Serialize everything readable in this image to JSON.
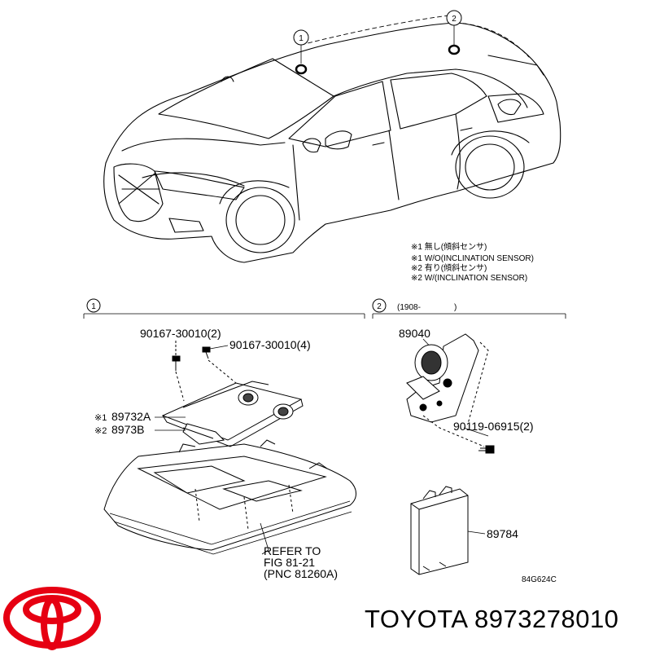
{
  "callouts": {
    "one": "1",
    "two": "2"
  },
  "notes": [
    "※1 無し(傾斜センサ)",
    "※1 W/O(INCLINATION SENSOR)",
    "※2 有り(傾斜センサ)",
    "※2 W/(INCLINATION SENSOR)"
  ],
  "section1": {
    "label": "1",
    "bolt_a": "90167-30010(2)",
    "bolt_b": "90167-30010(4)",
    "part_a_mark": "※1",
    "part_a": "89732A",
    "part_b_mark": "※2",
    "part_b": "8973B",
    "refer": [
      "REFER TO",
      "FIG 81-21",
      "(PNC 81260A)"
    ]
  },
  "section2": {
    "label": "2",
    "date": "(1908-",
    "date_close": ")",
    "sensor": "89040",
    "bolt": "90119-06915(2)",
    "module": "89784"
  },
  "figure_code": "84G624C",
  "brand": {
    "name": "TOYOTA",
    "part_number": "8973278010",
    "logo_color": "#e60012"
  }
}
